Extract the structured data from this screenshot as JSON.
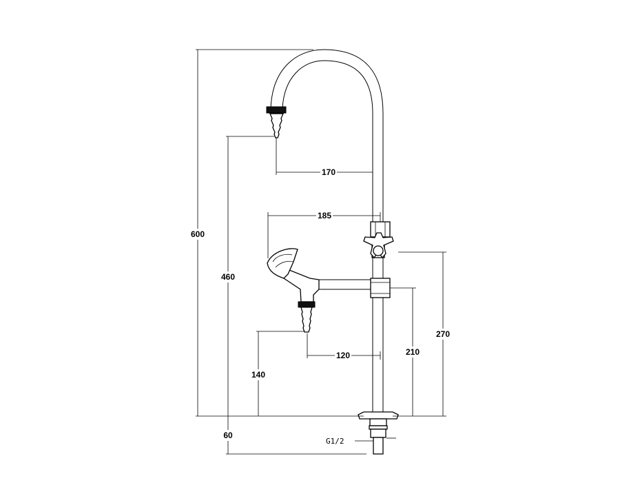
{
  "dimensions": {
    "overall_height": "600",
    "spout_outlet_height": "460",
    "spout_reach": "170",
    "valve_reach": "185",
    "valve_handle_height": "270",
    "branch_height": "210",
    "side_outlet_height": "140",
    "side_outlet_reach": "120",
    "below_deck": "60",
    "thread": "G1/2"
  }
}
